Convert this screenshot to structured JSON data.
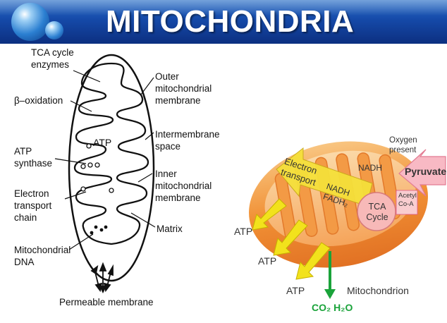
{
  "title": "MITOCHONDRIA",
  "colors": {
    "header_top": "#2a6fc7",
    "header_bottom": "#0c2f80",
    "arrow_yellow": "#f2e21c",
    "arrow_green": "#1aa33a",
    "mito_orange": "#f08a2a"
  },
  "left_diagram": {
    "labels": {
      "tca_enzymes": "TCA cycle\nenzymes",
      "beta_oxidation": "β–oxidation",
      "atp_synthase": "ATP\nsynthase",
      "electron_transport_chain": "Electron\ntransport\nchain",
      "mito_dna": "Mitochondrial\nDNA",
      "outer_membrane": "Outer\nmitochondrial\nmembrane",
      "intermembrane_space": "Intermembrane\nspace",
      "inner_membrane": "Inner\nmitochondrial\nmembrane",
      "matrix": "Matrix",
      "permeable_membrane": "Permeable membrane",
      "atp_inner": "ATP"
    }
  },
  "right_diagram": {
    "labels": {
      "oxygen_present": "Oxygen\npresent",
      "pyruvate": "Pyruvate",
      "nadh_top": "NADH",
      "acetyl_coa": "Acetyl\nCo-A",
      "tca_cycle": "TCA\nCycle",
      "nadh_fadh": "NADH\nFADH₂",
      "electron_transport": "Electron\ntransport",
      "atp_1": "ATP",
      "atp_2": "ATP",
      "atp_3": "ATP",
      "mitochondrion": "Mitochondrion",
      "co2_h2o": "CO₂ H₂O"
    }
  }
}
